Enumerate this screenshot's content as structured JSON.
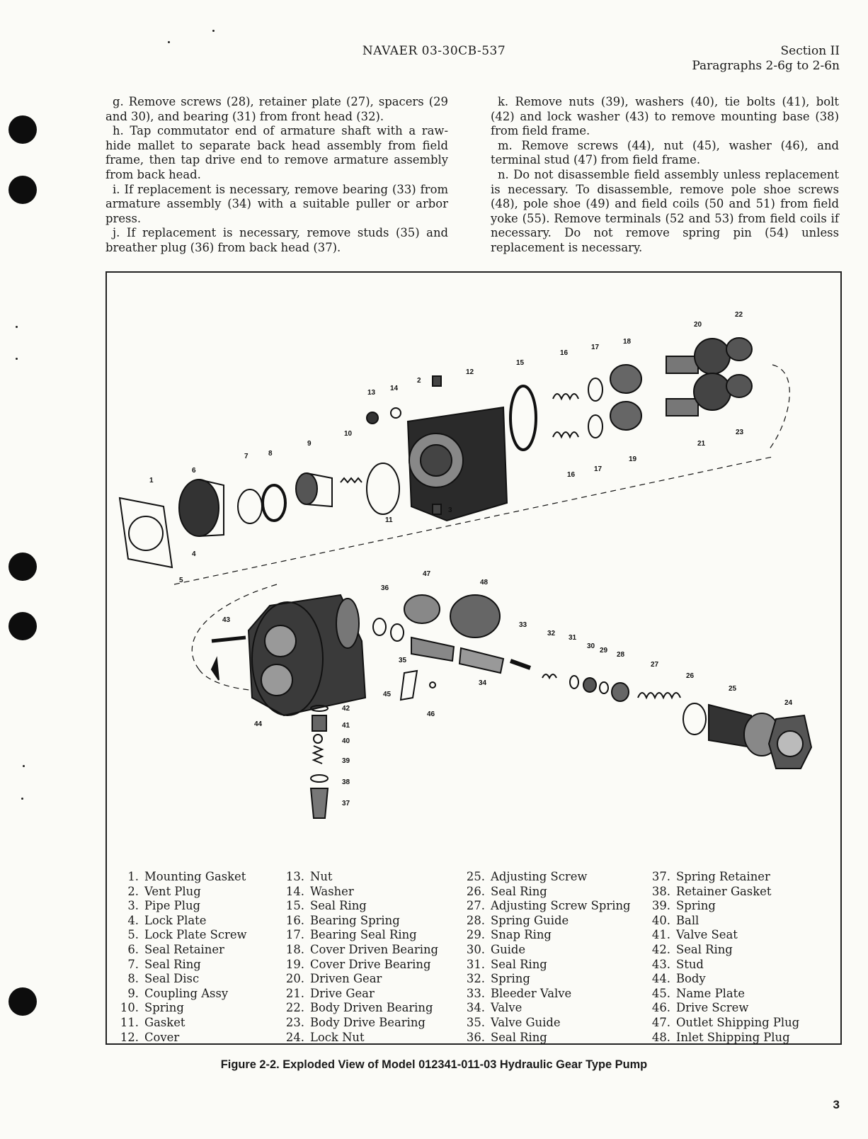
{
  "header": {
    "doc_number": "NAVAER 03-30CB-537",
    "section": "Section II",
    "paragraphs": "Paragraphs 2-6g to 2-6n"
  },
  "left_column": [
    "g. Remove screws (28), retainer plate (27), spacers (29 and 30), and bearing (31) from front head (32).",
    "h. Tap commutator end of armature shaft with a raw-hide mallet to separate back head assembly from field frame, then tap drive end to remove armature assembly from back head.",
    "i. If replacement is necessary, remove bearing (33) from armature assembly (34) with a suitable puller or arbor press.",
    "j. If replacement is necessary, remove studs (35) and breather plug (36) from back head (37)."
  ],
  "right_column": [
    "k. Remove nuts (39), washers (40), tie bolts (41), bolt (42) and lock washer (43) to remove mounting base (38) from field frame.",
    "m. Remove screws (44), nut (45), washer (46), and terminal stud (47) from field frame.",
    "n. Do not disassemble field assembly unless replacement is necessary. To disassemble, remove pole shoe screws (48), pole shoe (49) and field coils (50 and 51) from field yoke (55). Remove terminals (52 and 53) from field coils if necessary. Do not remove spring pin (54) unless replacement is necessary."
  ],
  "callouts": [
    "1",
    "2",
    "3",
    "4",
    "5",
    "6",
    "7",
    "8",
    "9",
    "10",
    "11",
    "12",
    "13",
    "14",
    "15",
    "16",
    "16",
    "17",
    "17",
    "18",
    "19",
    "20",
    "21",
    "22",
    "23",
    "24",
    "25",
    "26",
    "27",
    "28",
    "29",
    "30",
    "31",
    "32",
    "33",
    "34",
    "35",
    "36",
    "37",
    "38",
    "39",
    "40",
    "41",
    "42",
    "43",
    "44",
    "45",
    "46",
    "47",
    "48"
  ],
  "legend": [
    [
      {
        "n": "1.",
        "t": "Mounting Gasket"
      },
      {
        "n": "2.",
        "t": "Vent Plug"
      },
      {
        "n": "3.",
        "t": "Pipe Plug"
      },
      {
        "n": "4.",
        "t": "Lock Plate"
      },
      {
        "n": "5.",
        "t": "Lock Plate Screw"
      },
      {
        "n": "6.",
        "t": "Seal Retainer"
      },
      {
        "n": "7.",
        "t": "Seal Ring"
      },
      {
        "n": "8.",
        "t": "Seal Disc"
      },
      {
        "n": "9.",
        "t": "Coupling Assy"
      },
      {
        "n": "10.",
        "t": "Spring"
      },
      {
        "n": "11.",
        "t": "Gasket"
      },
      {
        "n": "12.",
        "t": "Cover"
      }
    ],
    [
      {
        "n": "13.",
        "t": "Nut"
      },
      {
        "n": "14.",
        "t": "Washer"
      },
      {
        "n": "15.",
        "t": "Seal Ring"
      },
      {
        "n": "16.",
        "t": "Bearing Spring"
      },
      {
        "n": "17.",
        "t": "Bearing Seal Ring"
      },
      {
        "n": "18.",
        "t": "Cover Driven Bearing"
      },
      {
        "n": "19.",
        "t": "Cover Drive Bearing"
      },
      {
        "n": "20.",
        "t": "Driven Gear"
      },
      {
        "n": "21.",
        "t": "Drive Gear"
      },
      {
        "n": "22.",
        "t": "Body Driven Bearing"
      },
      {
        "n": "23.",
        "t": "Body Drive Bearing"
      },
      {
        "n": "24.",
        "t": "Lock Nut"
      }
    ],
    [
      {
        "n": "25.",
        "t": "Adjusting Screw"
      },
      {
        "n": "26.",
        "t": "Seal Ring"
      },
      {
        "n": "27.",
        "t": "Adjusting Screw Spring"
      },
      {
        "n": "28.",
        "t": "Spring Guide"
      },
      {
        "n": "29.",
        "t": "Snap Ring"
      },
      {
        "n": "30.",
        "t": "Guide"
      },
      {
        "n": "31.",
        "t": "Seal Ring"
      },
      {
        "n": "32.",
        "t": "Spring"
      },
      {
        "n": "33.",
        "t": "Bleeder Valve"
      },
      {
        "n": "34.",
        "t": "Valve"
      },
      {
        "n": "35.",
        "t": "Valve Guide"
      },
      {
        "n": "36.",
        "t": "Seal Ring"
      }
    ],
    [
      {
        "n": "37.",
        "t": "Spring Retainer"
      },
      {
        "n": "38.",
        "t": "Retainer Gasket"
      },
      {
        "n": "39.",
        "t": "Spring"
      },
      {
        "n": "40.",
        "t": "Ball"
      },
      {
        "n": "41.",
        "t": "Valve Seat"
      },
      {
        "n": "42.",
        "t": "Seal Ring"
      },
      {
        "n": "43.",
        "t": "Stud"
      },
      {
        "n": "44.",
        "t": "Body"
      },
      {
        "n": "45.",
        "t": "Name Plate"
      },
      {
        "n": "46.",
        "t": "Drive Screw"
      },
      {
        "n": "47.",
        "t": "Outlet Shipping Plug"
      },
      {
        "n": "48.",
        "t": "Inlet Shipping Plug"
      }
    ]
  ],
  "caption": "Figure 2-2. Exploded View of Model 012341-011-03 Hydraulic Gear Type Pump",
  "page_number": "3"
}
